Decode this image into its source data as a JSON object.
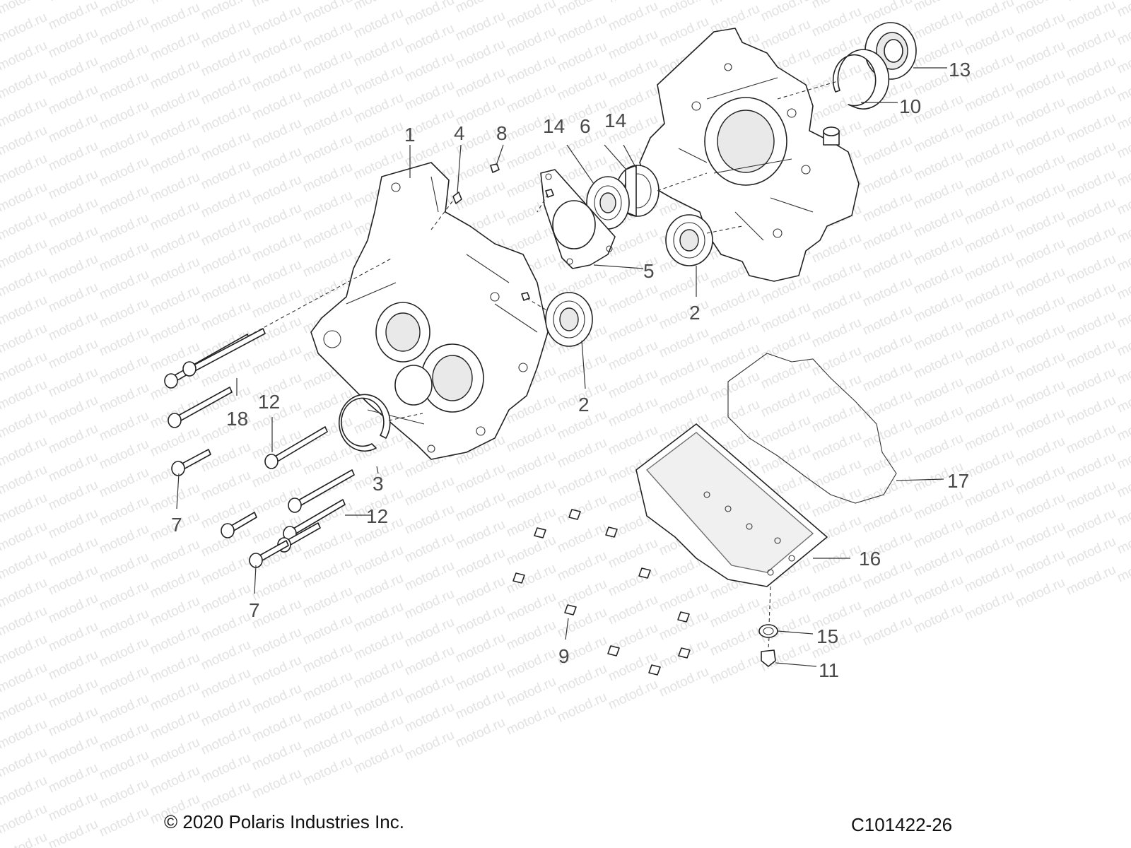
{
  "watermark": "motod.ru",
  "callouts": [
    {
      "id": "1",
      "label": "1"
    },
    {
      "id": "2a",
      "label": "2"
    },
    {
      "id": "2b",
      "label": "2"
    },
    {
      "id": "3",
      "label": "3"
    },
    {
      "id": "4",
      "label": "4"
    },
    {
      "id": "5",
      "label": "5"
    },
    {
      "id": "6",
      "label": "6"
    },
    {
      "id": "7a",
      "label": "7"
    },
    {
      "id": "7b",
      "label": "7"
    },
    {
      "id": "8",
      "label": "8"
    },
    {
      "id": "9",
      "label": "9"
    },
    {
      "id": "10",
      "label": "10"
    },
    {
      "id": "11",
      "label": "11"
    },
    {
      "id": "12a",
      "label": "12"
    },
    {
      "id": "12b",
      "label": "12"
    },
    {
      "id": "13",
      "label": "13"
    },
    {
      "id": "14a",
      "label": "14"
    },
    {
      "id": "14b",
      "label": "14"
    },
    {
      "id": "15",
      "label": "15"
    },
    {
      "id": "16",
      "label": "16"
    },
    {
      "id": "17",
      "label": "17"
    },
    {
      "id": "18",
      "label": "18"
    }
  ],
  "footer": {
    "copyright": "© 2020 Polaris Industries Inc.",
    "diagram_code": "C101422-26"
  }
}
